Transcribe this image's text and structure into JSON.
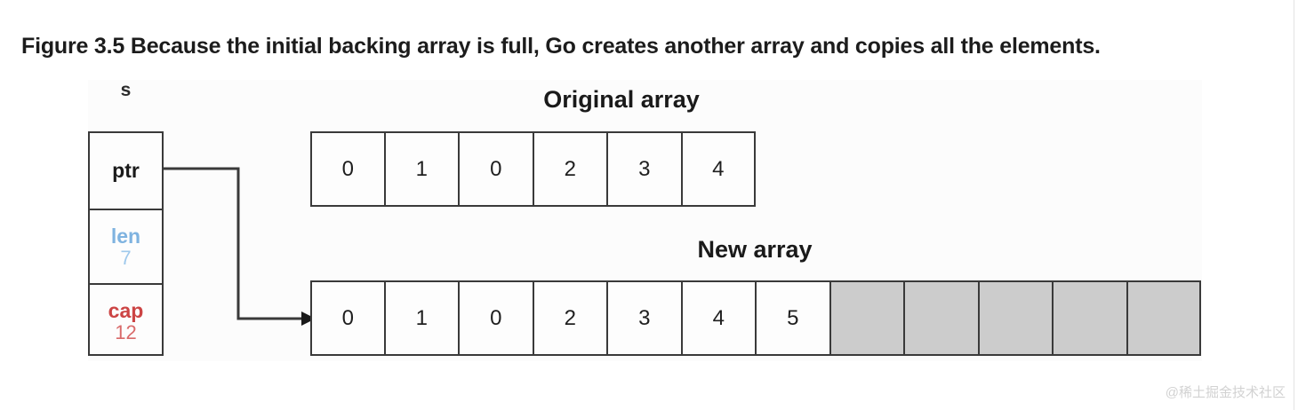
{
  "caption": "Figure 3.5 Because the initial backing array is full, Go creates another array and copies all the elements.",
  "figure": {
    "slice_header": {
      "label": "s",
      "fields": [
        {
          "key": "ptr",
          "value": "",
          "color": "#1a1a1a"
        },
        {
          "key": "len",
          "value": "7",
          "color": "#7fb3e0"
        },
        {
          "key": "cap",
          "value": "12",
          "color": "#cc4444"
        }
      ]
    },
    "original_array": {
      "title": "Original array",
      "cells": [
        "0",
        "1",
        "0",
        "2",
        "3",
        "4"
      ],
      "filled_count": 6,
      "total_count": 6
    },
    "new_array": {
      "title": "New array",
      "cells": [
        "0",
        "1",
        "0",
        "2",
        "3",
        "4",
        "5",
        "",
        "",
        "",
        "",
        ""
      ],
      "filled_count": 7,
      "total_count": 12,
      "empty_fill_color": "#cccccc"
    },
    "connector": {
      "name": "ptr-to-new-array-arrow",
      "from": "ptr",
      "to": "new-array"
    }
  },
  "watermark": "@稀土掘金技术社区"
}
